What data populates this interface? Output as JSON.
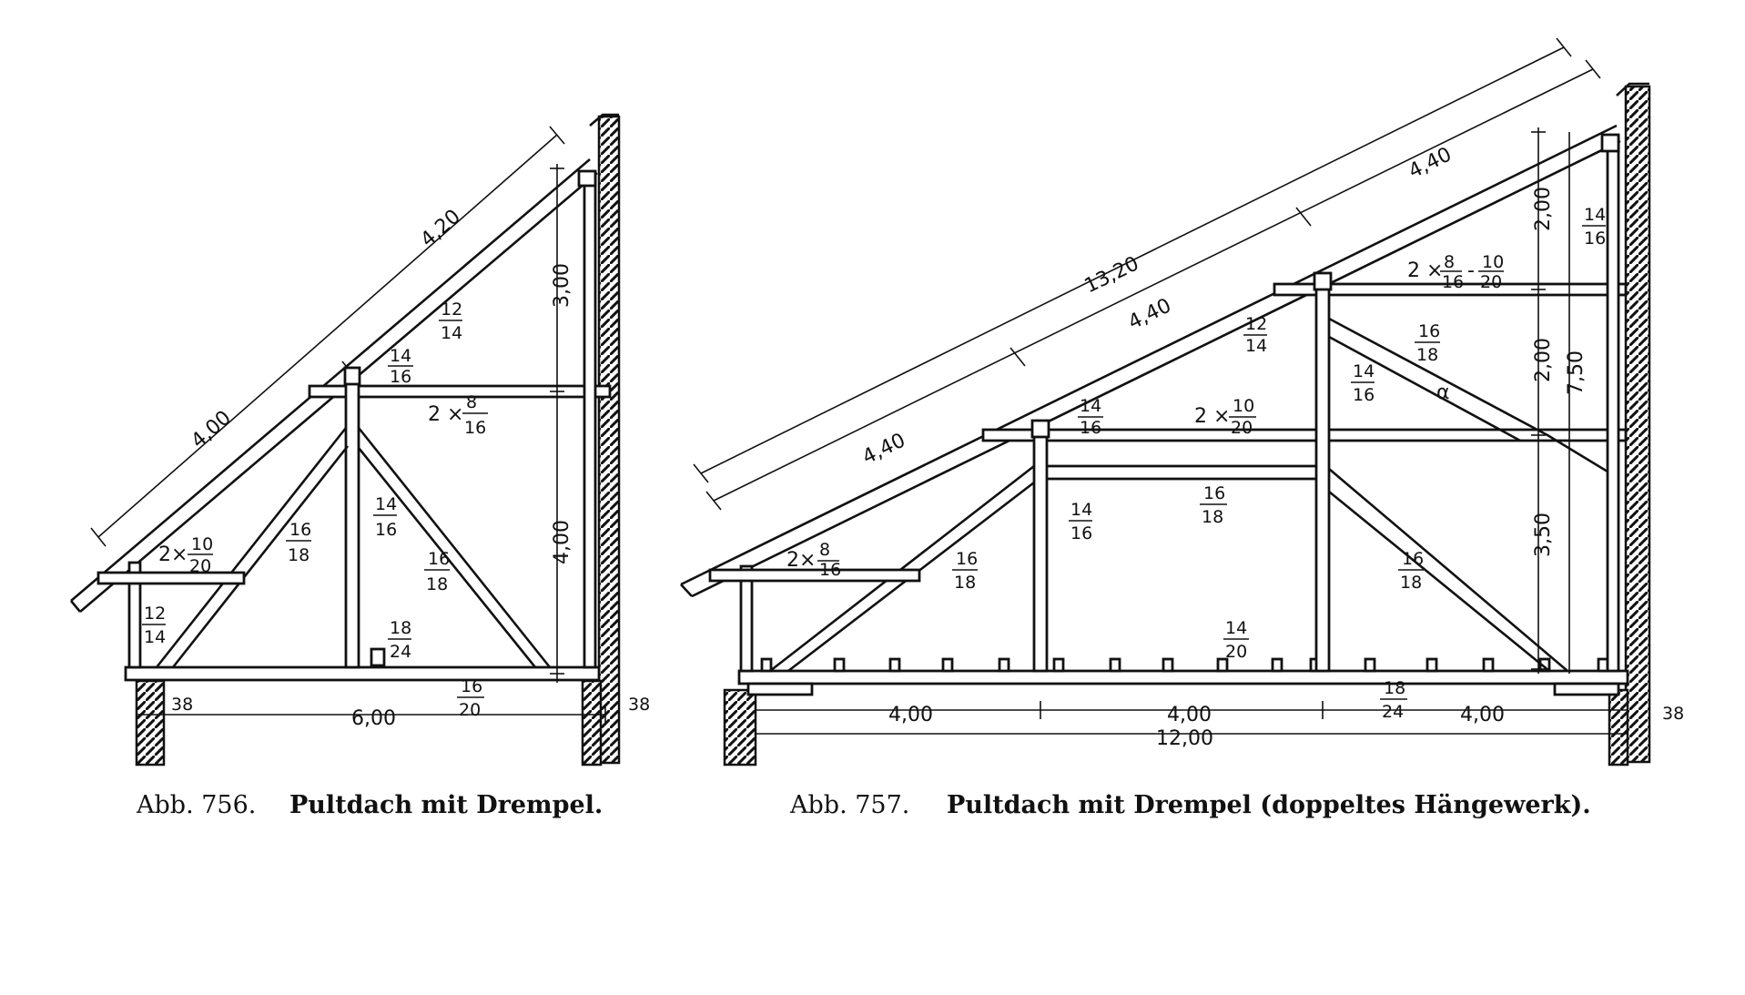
{
  "fig756": {
    "caption_num": "Abb. 756.",
    "caption_text": "Pultdach mit Drempel.",
    "dims": {
      "rafter_upper": "4,20",
      "rafter_lower": "4,00",
      "height_upper": "3,00",
      "height_lower": "4,00",
      "span": "6,00",
      "wall_left": "38",
      "wall_right": "38"
    },
    "sections": {
      "rafter": [
        "12",
        "14"
      ],
      "purlin": [
        "14",
        "16"
      ],
      "tie": "2 ×",
      "tie_frac": [
        "8",
        "16"
      ],
      "post": [
        "14",
        "16"
      ],
      "strut_left": [
        "16",
        "18"
      ],
      "strut_right": [
        "16",
        "18"
      ],
      "knee": "2×",
      "knee_frac": [
        "10",
        "20"
      ],
      "wall_post": [
        "12",
        "14"
      ],
      "block": [
        "18",
        "24"
      ],
      "beam": [
        "16",
        "20"
      ]
    }
  },
  "fig757": {
    "caption_num": "Abb. 757.",
    "caption_text": "Pultdach mit Drempel (doppeltes Hängewerk).",
    "dims": {
      "rafter_total": "13,20",
      "rafter_1": "4,40",
      "rafter_2": "4,40",
      "rafter_3": "4,40",
      "h1": "2,00",
      "h2": "2,00",
      "h3": "3,50",
      "h_total": "7,50",
      "span_1": "4,00",
      "span_2": "4,00",
      "span_3": "4,00",
      "span_total": "12,00",
      "wall": "38"
    },
    "sections": {
      "top_tie": "2 ×",
      "top_tie_frac1": [
        "8",
        "16"
      ],
      "top_tie_frac2": [
        "10",
        "20"
      ],
      "wall_post": [
        "14",
        "16"
      ],
      "rafter": [
        "12",
        "14"
      ],
      "strut_top": [
        "16",
        "18"
      ],
      "post_right": [
        "14",
        "16"
      ],
      "purlin": [
        "14",
        "16"
      ],
      "mid_tie": "2 ×",
      "mid_tie_frac": [
        "10",
        "20"
      ],
      "straining": [
        "16",
        "18"
      ],
      "post_left": [
        "14",
        "16"
      ],
      "knee": "2×",
      "knee_frac": [
        "8",
        "16"
      ],
      "strut_left": [
        "16",
        "18"
      ],
      "strut_right": [
        "16",
        "18"
      ],
      "joist": [
        "14",
        "20"
      ],
      "beam": [
        "18",
        "24"
      ],
      "angle": "α"
    }
  }
}
